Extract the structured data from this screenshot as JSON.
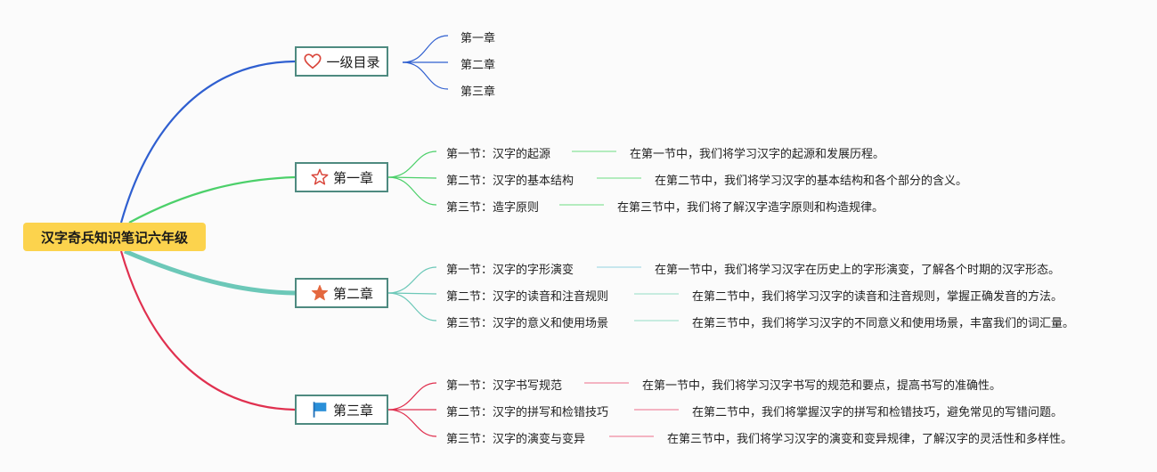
{
  "root": {
    "title": "汉字奇兵知识笔记六年级"
  },
  "toc": {
    "title": "一级目录",
    "icon": "heart-outline-icon",
    "items": [
      "第一章",
      "第二章",
      "第三章"
    ]
  },
  "chapters": [
    {
      "title": "第一章",
      "icon": "star-outline-icon",
      "sections": [
        {
          "label": "第一节：汉字的起源",
          "desc": "在第一节中，我们将学习汉字的起源和发展历程。"
        },
        {
          "label": "第二节：汉字的基本结构",
          "desc": "在第二节中，我们将学习汉字的基本结构和各个部分的含义。"
        },
        {
          "label": "第三节：造字原则",
          "desc": "在第三节中，我们将了解汉字造字原则和构造规律。"
        }
      ]
    },
    {
      "title": "第二章",
      "icon": "star-filled-icon",
      "sections": [
        {
          "label": "第一节：汉字的字形演变",
          "desc": "在第一节中，我们将学习汉字在历史上的字形演变，了解各个时期的汉字形态。"
        },
        {
          "label": "第二节：汉字的读音和注音规则",
          "desc": "在第二节中，我们将学习汉字的读音和注音规则，掌握正确发音的方法。"
        },
        {
          "label": "第三节：汉字的意义和使用场景",
          "desc": "在第三节中，我们将学习汉字的不同意义和使用场景，丰富我们的词汇量。"
        }
      ]
    },
    {
      "title": "第三章",
      "icon": "flag-icon",
      "sections": [
        {
          "label": "第一节：汉字书写规范",
          "desc": "在第一节中，我们将学习汉字书写的规范和要点，提高书写的准确性。"
        },
        {
          "label": "第二节：汉字的拼写和检错技巧",
          "desc": "在第二节中，我们将掌握汉字的拼写和检错技巧，避免常见的写错问题。"
        },
        {
          "label": "第三节：汉字的演变与变异",
          "desc": "在第三节中，我们将学习汉字的演变和变异规律，了解汉字的灵活性和多样性。"
        }
      ]
    }
  ],
  "colors": {
    "root_fill": "#fcd34d",
    "toc_branch": "#2f5fd0",
    "chapter1_branch": "#4cd06a",
    "chapter2_branch": "#6cc8b8",
    "chapter3_branch": "#e0304f",
    "node_border": "#4e8a80"
  }
}
